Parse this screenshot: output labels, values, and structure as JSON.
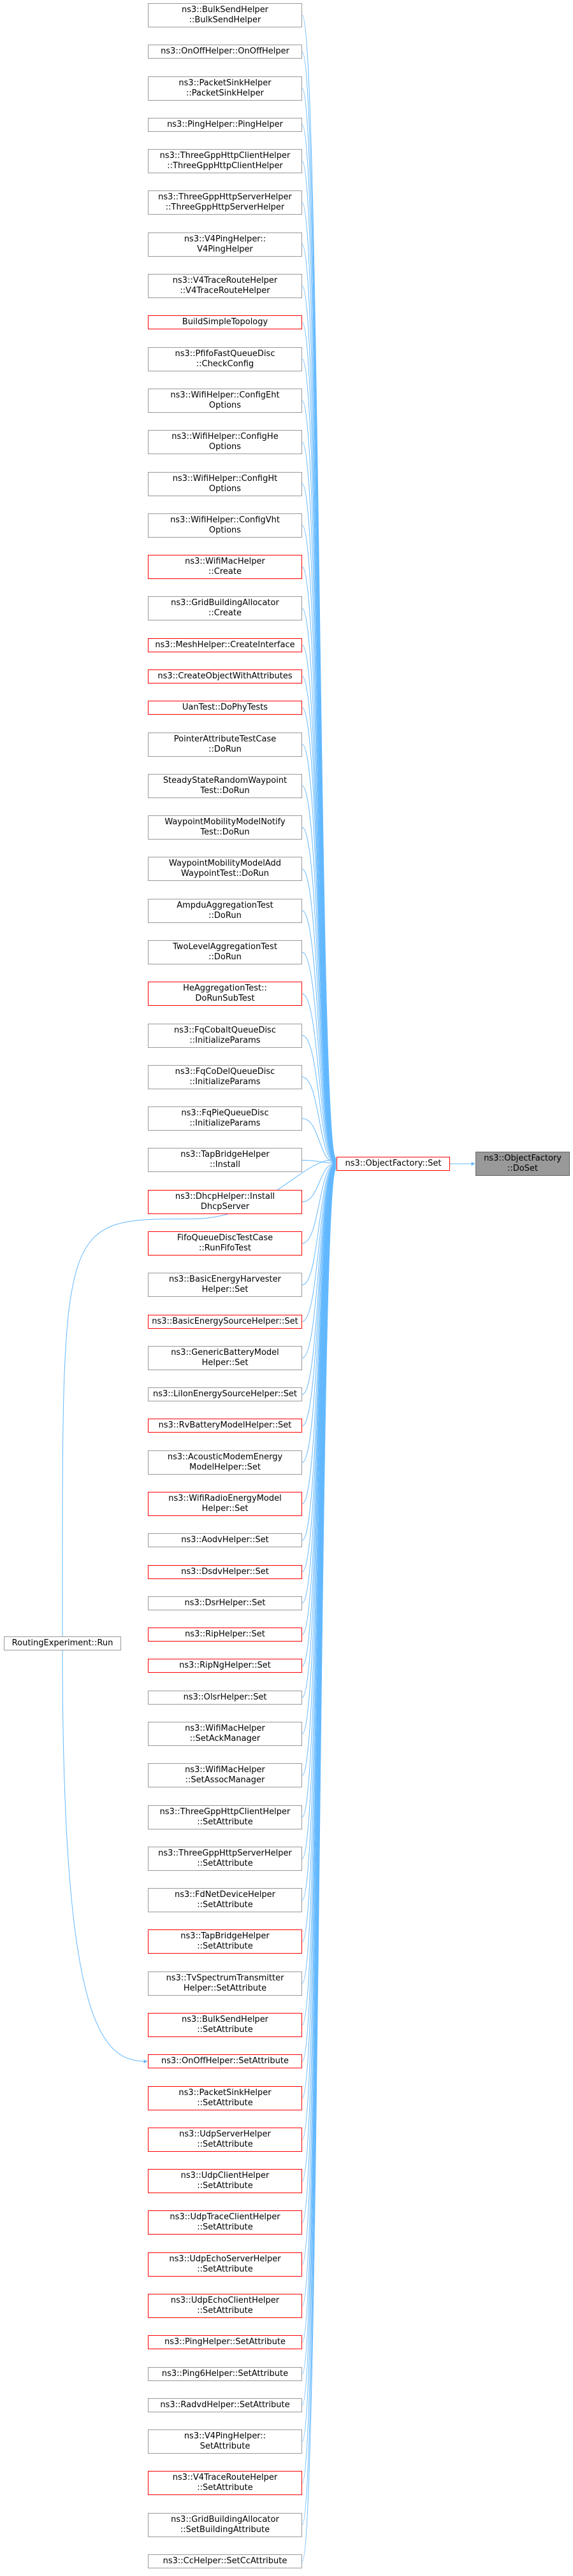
{
  "diagram": {
    "edge_color": "#63b8ff",
    "target": {
      "label": "ns3::ObjectFactory\n::DoSet"
    },
    "hub": {
      "label": "ns3::ObjectFactory::Set"
    },
    "extra": {
      "label": "RoutingExperiment::Run"
    },
    "nodes": [
      {
        "label": "ns3::BulkSendHelper\n::BulkSendHelper",
        "red": false
      },
      {
        "label": "ns3::OnOffHelper::OnOffHelper",
        "red": false
      },
      {
        "label": "ns3::PacketSinkHelper\n::PacketSinkHelper",
        "red": false
      },
      {
        "label": "ns3::PingHelper::PingHelper",
        "red": false
      },
      {
        "label": "ns3::ThreeGppHttpClientHelper\n::ThreeGppHttpClientHelper",
        "red": false
      },
      {
        "label": "ns3::ThreeGppHttpServerHelper\n::ThreeGppHttpServerHelper",
        "red": false
      },
      {
        "label": "ns3::V4PingHelper::\nV4PingHelper",
        "red": false
      },
      {
        "label": "ns3::V4TraceRouteHelper\n::V4TraceRouteHelper",
        "red": false
      },
      {
        "label": "BuildSimpleTopology",
        "red": true
      },
      {
        "label": "ns3::PfifoFastQueueDisc\n::CheckConfig",
        "red": false
      },
      {
        "label": "ns3::WifiHelper::ConfigEht\nOptions",
        "red": false
      },
      {
        "label": "ns3::WifiHelper::ConfigHe\nOptions",
        "red": false
      },
      {
        "label": "ns3::WifiHelper::ConfigHt\nOptions",
        "red": false
      },
      {
        "label": "ns3::WifiHelper::ConfigVht\nOptions",
        "red": false
      },
      {
        "label": "ns3::WifiMacHelper\n::Create",
        "red": true
      },
      {
        "label": "ns3::GridBuildingAllocator\n::Create",
        "red": false
      },
      {
        "label": "ns3::MeshHelper::CreateInterface",
        "red": true
      },
      {
        "label": "ns3::CreateObjectWithAttributes",
        "red": true
      },
      {
        "label": "UanTest::DoPhyTests",
        "red": true
      },
      {
        "label": "PointerAttributeTestCase\n::DoRun",
        "red": false
      },
      {
        "label": "SteadyStateRandomWaypoint\nTest::DoRun",
        "red": false
      },
      {
        "label": "WaypointMobilityModelNotify\nTest::DoRun",
        "red": false
      },
      {
        "label": "WaypointMobilityModelAdd\nWaypointTest::DoRun",
        "red": false
      },
      {
        "label": "AmpduAggregationTest\n::DoRun",
        "red": false
      },
      {
        "label": "TwoLevelAggregationTest\n::DoRun",
        "red": false
      },
      {
        "label": "HeAggregationTest::\nDoRunSubTest",
        "red": true
      },
      {
        "label": "ns3::FqCobaltQueueDisc\n::InitializeParams",
        "red": false
      },
      {
        "label": "ns3::FqCoDelQueueDisc\n::InitializeParams",
        "red": false
      },
      {
        "label": "ns3::FqPieQueueDisc\n::InitializeParams",
        "red": false
      },
      {
        "label": "ns3::TapBridgeHelper\n::Install",
        "red": false
      },
      {
        "label": "ns3::DhcpHelper::Install\nDhcpServer",
        "red": true
      },
      {
        "label": "FifoQueueDiscTestCase\n::RunFifoTest",
        "red": true
      },
      {
        "label": "ns3::BasicEnergyHarvester\nHelper::Set",
        "red": false
      },
      {
        "label": "ns3::BasicEnergySourceHelper::Set",
        "red": true
      },
      {
        "label": "ns3::GenericBatteryModel\nHelper::Set",
        "red": false
      },
      {
        "label": "ns3::LiIonEnergySourceHelper::Set",
        "red": false
      },
      {
        "label": "ns3::RvBatteryModelHelper::Set",
        "red": true
      },
      {
        "label": "ns3::AcousticModemEnergy\nModelHelper::Set",
        "red": false
      },
      {
        "label": "ns3::WifiRadioEnergyModel\nHelper::Set",
        "red": true
      },
      {
        "label": "ns3::AodvHelper::Set",
        "red": false
      },
      {
        "label": "ns3::DsdvHelper::Set",
        "red": true
      },
      {
        "label": "ns3::DsrHelper::Set",
        "red": false
      },
      {
        "label": "ns3::RipHelper::Set",
        "red": true
      },
      {
        "label": "ns3::RipNgHelper::Set",
        "red": true
      },
      {
        "label": "ns3::OlsrHelper::Set",
        "red": false
      },
      {
        "label": "ns3::WifiMacHelper\n::SetAckManager",
        "red": false
      },
      {
        "label": "ns3::WifiMacHelper\n::SetAssocManager",
        "red": false
      },
      {
        "label": "ns3::ThreeGppHttpClientHelper\n::SetAttribute",
        "red": false
      },
      {
        "label": "ns3::ThreeGppHttpServerHelper\n::SetAttribute",
        "red": false
      },
      {
        "label": "ns3::FdNetDeviceHelper\n::SetAttribute",
        "red": false
      },
      {
        "label": "ns3::TapBridgeHelper\n::SetAttribute",
        "red": true
      },
      {
        "label": "ns3::TvSpectrumTransmitter\nHelper::SetAttribute",
        "red": false
      },
      {
        "label": "ns3::BulkSendHelper\n::SetAttribute",
        "red": true
      },
      {
        "label": "ns3::OnOffHelper::SetAttribute",
        "red": true
      },
      {
        "label": "ns3::PacketSinkHelper\n::SetAttribute",
        "red": true
      },
      {
        "label": "ns3::UdpServerHelper\n::SetAttribute",
        "red": true
      },
      {
        "label": "ns3::UdpClientHelper\n::SetAttribute",
        "red": true
      },
      {
        "label": "ns3::UdpTraceClientHelper\n::SetAttribute",
        "red": true
      },
      {
        "label": "ns3::UdpEchoServerHelper\n::SetAttribute",
        "red": true
      },
      {
        "label": "ns3::UdpEchoClientHelper\n::SetAttribute",
        "red": true
      },
      {
        "label": "ns3::PingHelper::SetAttribute",
        "red": true
      },
      {
        "label": "ns3::Ping6Helper::SetAttribute",
        "red": false
      },
      {
        "label": "ns3::RadvdHelper::SetAttribute",
        "red": false
      },
      {
        "label": "ns3::V4PingHelper::\nSetAttribute",
        "red": false
      },
      {
        "label": "ns3::V4TraceRouteHelper\n::SetAttribute",
        "red": true
      },
      {
        "label": "ns3::GridBuildingAllocator\n::SetBuildingAttribute",
        "red": false
      },
      {
        "label": "ns3::CcHelper::SetCcAttribute",
        "red": false
      }
    ]
  }
}
